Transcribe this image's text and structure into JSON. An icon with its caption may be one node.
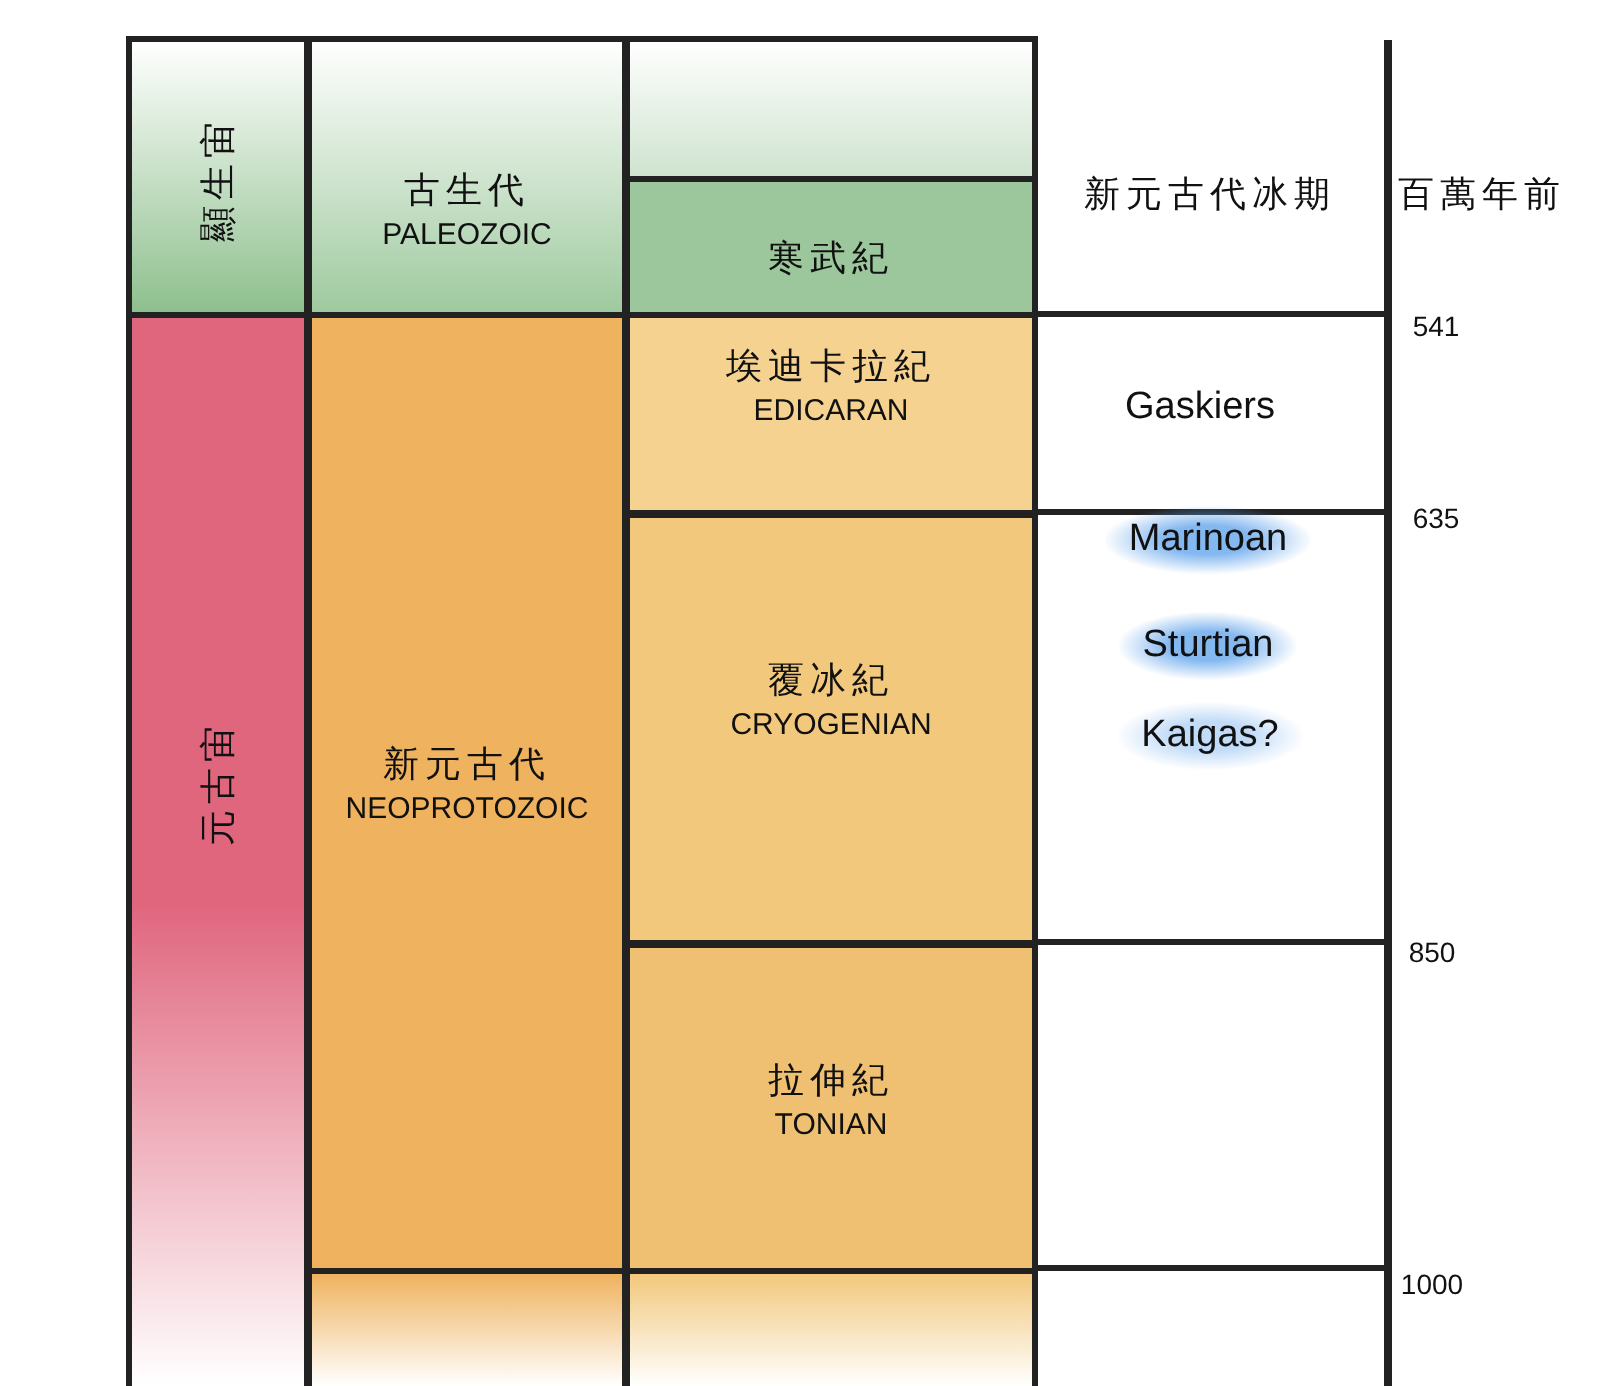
{
  "diagram": {
    "nodes": [
      {
        "text": [
          "顯生宙"
        ]
      },
      {
        "text": [
          "古生代",
          "PALEOZOIC"
        ]
      },
      {
        "text": [],
        "shape": "box"
      },
      {
        "text": [
          "寒武紀"
        ]
      },
      {
        "text": [
          "元古宙"
        ]
      },
      {
        "text": [
          "新元古代",
          "NEOPROTOZOIC"
        ]
      },
      {
        "text": [
          "埃迪卡拉紀",
          "EDICARAN"
        ]
      },
      {
        "text": [
          "覆冰紀",
          "CRYOGENIAN"
        ]
      },
      {
        "text": [
          "拉伸紀",
          "TONIAN"
        ]
      },
      {
        "text": [],
        "shape": "box"
      },
      {
        "text": [],
        "shape": "box"
      }
    ],
    "edges": [],
    "labels": [
      "新元古代冰期",
      "百萬年前",
      "541",
      "Gaskiers",
      "635",
      "Marinoan",
      "Sturtian",
      "Kaigas?",
      "850",
      "1000"
    ]
  }
}
